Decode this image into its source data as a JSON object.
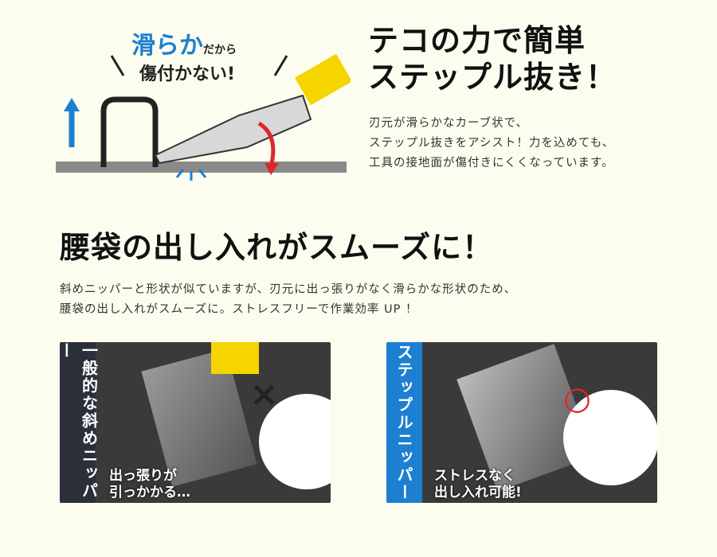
{
  "top": {
    "callout_main": "滑らか",
    "callout_small": "だから",
    "callout_line2": "傷付かない!",
    "heading_line1": "テコの力で簡単",
    "heading_line2": "ステップル抜き！",
    "body": [
      "刃元が滑らかなカーブ状で、",
      "ステップル抜きをアシスト！力を込めても、",
      "工具の接地面が傷付きにくくなっています。"
    ]
  },
  "middle": {
    "heading": "腰袋の出し入れがスムーズに！",
    "body": [
      "斜めニッパーと形状が似ていますが、刃元に出っ張りがなく滑らかな形状のため、",
      "腰袋の出し入れがスムーズに。ストレスフリーで作業効率 UP ！"
    ]
  },
  "photos": [
    {
      "label": "一般的な斜めニッパー",
      "caption": [
        "出っ張りが",
        "引っかかる…"
      ],
      "mark": "×",
      "label_color": "#2b2f3a"
    },
    {
      "label": "ステップルニッパー",
      "caption": [
        "ストレスなく",
        "出し入れ可能!"
      ],
      "mark": "○",
      "label_color": "#1c7fd1"
    }
  ],
  "colors": {
    "accent_blue": "#1c7fd1",
    "red": "#e0262a",
    "yellow": "#f5d400"
  }
}
